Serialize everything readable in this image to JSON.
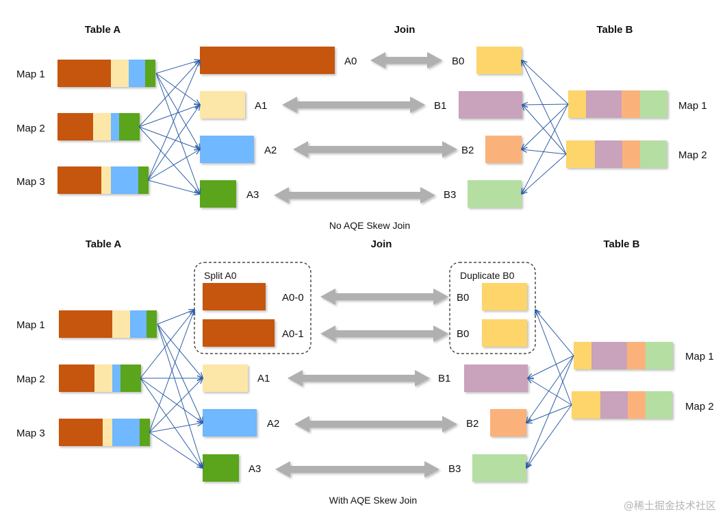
{
  "colors": {
    "rust": "#c65510",
    "cream": "#fde7a8",
    "blue": "#6fb8ff",
    "green": "#5aa51e",
    "yellow": "#fdd56a",
    "mauve": "#c9a2bb",
    "orange": "#fbb27a",
    "lightgreen": "#b5dea3",
    "line": "#2e5fa8",
    "arrow": "#b0b0b0"
  },
  "top": {
    "table_a": "Table A",
    "join": "Join",
    "table_b": "Table B",
    "caption": "No AQE Skew Join",
    "left_maps": [
      "Map 1",
      "Map 2",
      "Map 3"
    ],
    "right_maps": [
      "Map 1",
      "Map 2"
    ],
    "a_parts": [
      "A0",
      "A1",
      "A2",
      "A3"
    ],
    "b_parts": [
      "B0",
      "B1",
      "B2",
      "B3"
    ]
  },
  "bottom": {
    "table_a": "Table A",
    "join": "Join",
    "table_b": "Table B",
    "caption": "With AQE Skew Join",
    "left_maps": [
      "Map 1",
      "Map 2",
      "Map 3"
    ],
    "right_maps": [
      "Map 1",
      "Map 2"
    ],
    "split_label": "Split A0",
    "duplicate_label": "Duplicate B0",
    "a_parts": [
      "A0-0",
      "A0-1",
      "A1",
      "A2",
      "A3"
    ],
    "b_parts": [
      "B0",
      "B0",
      "B1",
      "B2",
      "B3"
    ]
  },
  "watermark": "@稀土掘金技术社区"
}
